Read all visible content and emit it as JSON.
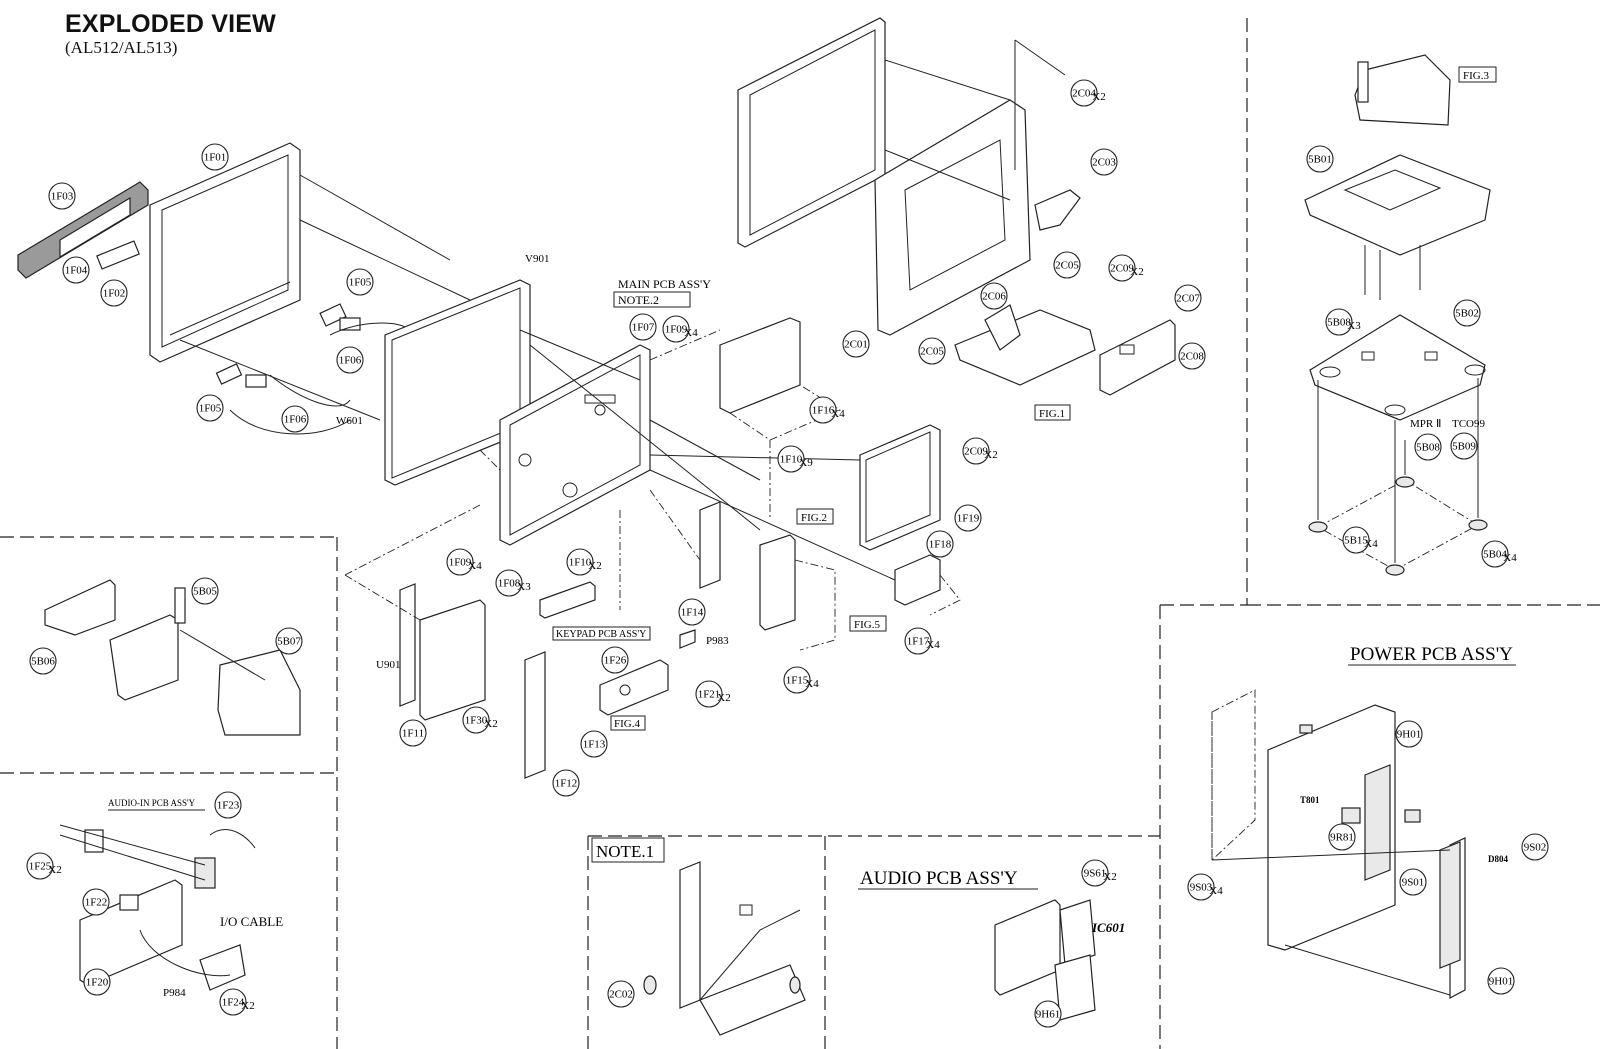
{
  "header": {
    "title": "EXPLODED VIEW",
    "subtitle": "(AL512/AL513)"
  },
  "callouts": [
    {
      "id": "1F01",
      "mult": ""
    },
    {
      "id": "1F02",
      "mult": ""
    },
    {
      "id": "1F03",
      "mult": ""
    },
    {
      "id": "1F04",
      "mult": ""
    },
    {
      "id": "1F05",
      "mult": ""
    },
    {
      "id": "1F06",
      "mult": ""
    },
    {
      "id": "1F05",
      "mult": ""
    },
    {
      "id": "1F06",
      "mult": ""
    },
    {
      "id": "1F07",
      "mult": ""
    },
    {
      "id": "1F09",
      "mult": "X4"
    },
    {
      "id": "1F16",
      "mult": "X4"
    },
    {
      "id": "1F10",
      "mult": "X9"
    },
    {
      "id": "1F09",
      "mult": "X4"
    },
    {
      "id": "1F10",
      "mult": "X2"
    },
    {
      "id": "1F08",
      "mult": "X3"
    },
    {
      "id": "1F14",
      "mult": ""
    },
    {
      "id": "1F18",
      "mult": ""
    },
    {
      "id": "1F19",
      "mult": ""
    },
    {
      "id": "1F17",
      "mult": "X4"
    },
    {
      "id": "1F15",
      "mult": "X4"
    },
    {
      "id": "1F21",
      "mult": "X2"
    },
    {
      "id": "1F26",
      "mult": ""
    },
    {
      "id": "1F11",
      "mult": ""
    },
    {
      "id": "1F30",
      "mult": "X2"
    },
    {
      "id": "1F13",
      "mult": ""
    },
    {
      "id": "1F12",
      "mult": ""
    },
    {
      "id": "2C04",
      "mult": "X2"
    },
    {
      "id": "2C03",
      "mult": ""
    },
    {
      "id": "2C05",
      "mult": ""
    },
    {
      "id": "2C09",
      "mult": "X2"
    },
    {
      "id": "2C06",
      "mult": ""
    },
    {
      "id": "2C07",
      "mult": ""
    },
    {
      "id": "2C08",
      "mult": ""
    },
    {
      "id": "2C01",
      "mult": ""
    },
    {
      "id": "2C05",
      "mult": ""
    },
    {
      "id": "2C09",
      "mult": "X2"
    },
    {
      "id": "5B01",
      "mult": ""
    },
    {
      "id": "5B08",
      "mult": "X3"
    },
    {
      "id": "5B02",
      "mult": ""
    },
    {
      "id": "5B08",
      "mult": ""
    },
    {
      "id": "5B09",
      "mult": ""
    },
    {
      "id": "5B15",
      "mult": "X4"
    },
    {
      "id": "5B04",
      "mult": "X4"
    },
    {
      "id": "5B05",
      "mult": ""
    },
    {
      "id": "5B06",
      "mult": ""
    },
    {
      "id": "5B07",
      "mult": ""
    },
    {
      "id": "1F23",
      "mult": ""
    },
    {
      "id": "1F25",
      "mult": "X2"
    },
    {
      "id": "1F22",
      "mult": ""
    },
    {
      "id": "1F20",
      "mult": ""
    },
    {
      "id": "1F24",
      "mult": "X2"
    },
    {
      "id": "2C02",
      "mult": ""
    },
    {
      "id": "9S61",
      "mult": "X2"
    },
    {
      "id": "9H61",
      "mult": ""
    },
    {
      "id": "9H01",
      "mult": ""
    },
    {
      "id": "9R81",
      "mult": ""
    },
    {
      "id": "9S01",
      "mult": ""
    },
    {
      "id": "9S02",
      "mult": ""
    },
    {
      "id": "9S03",
      "mult": "X4"
    },
    {
      "id": "9H01",
      "mult": ""
    }
  ],
  "labels": {
    "v901": "V901",
    "w601": "W601",
    "u901": "U901",
    "p983": "P983",
    "p984": "P984",
    "main_pcb": "MAIN PCB ASS'Y",
    "note2": "NOTE.2",
    "keypad_pcb": "KEYPAD PCB ASS'Y",
    "fig1": "FIG.1",
    "fig2": "FIG.2",
    "fig3": "FIG.3",
    "fig4": "FIG.4",
    "fig5": "FIG.5",
    "mpr": "MPR Ⅱ",
    "tco": "TCO99",
    "audio_in_pcb": "AUDIO-IN PCB ASS'Y",
    "io_cable": "I/O CABLE",
    "note1": "NOTE.1",
    "audio_pcb": "AUDIO PCB ASS'Y",
    "ic601": "IC601",
    "power_pcb": "POWER PCB ASS'Y",
    "t801": "T801",
    "d804": "D804"
  }
}
